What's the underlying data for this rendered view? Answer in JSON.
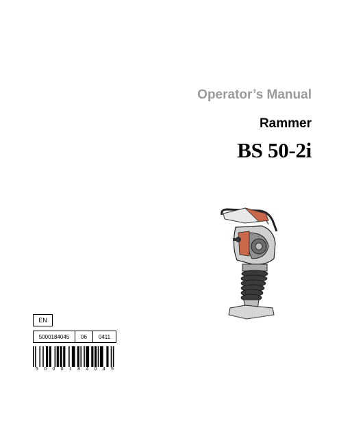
{
  "cover": {
    "manual_title": "Operator’s Manual",
    "product_type": "Rammer",
    "model": "BS 50-2i"
  },
  "doc_info": {
    "language": "EN",
    "part_number": "5000184045",
    "revision": "06",
    "date_code": "0411"
  },
  "barcode": {
    "digits": [
      "5",
      "0",
      "0",
      "0",
      "1",
      "8",
      "4",
      "0",
      "4",
      "5"
    ]
  },
  "colors": {
    "manual_title": "#9a9a9a",
    "machine_accent": "#c8674a"
  }
}
